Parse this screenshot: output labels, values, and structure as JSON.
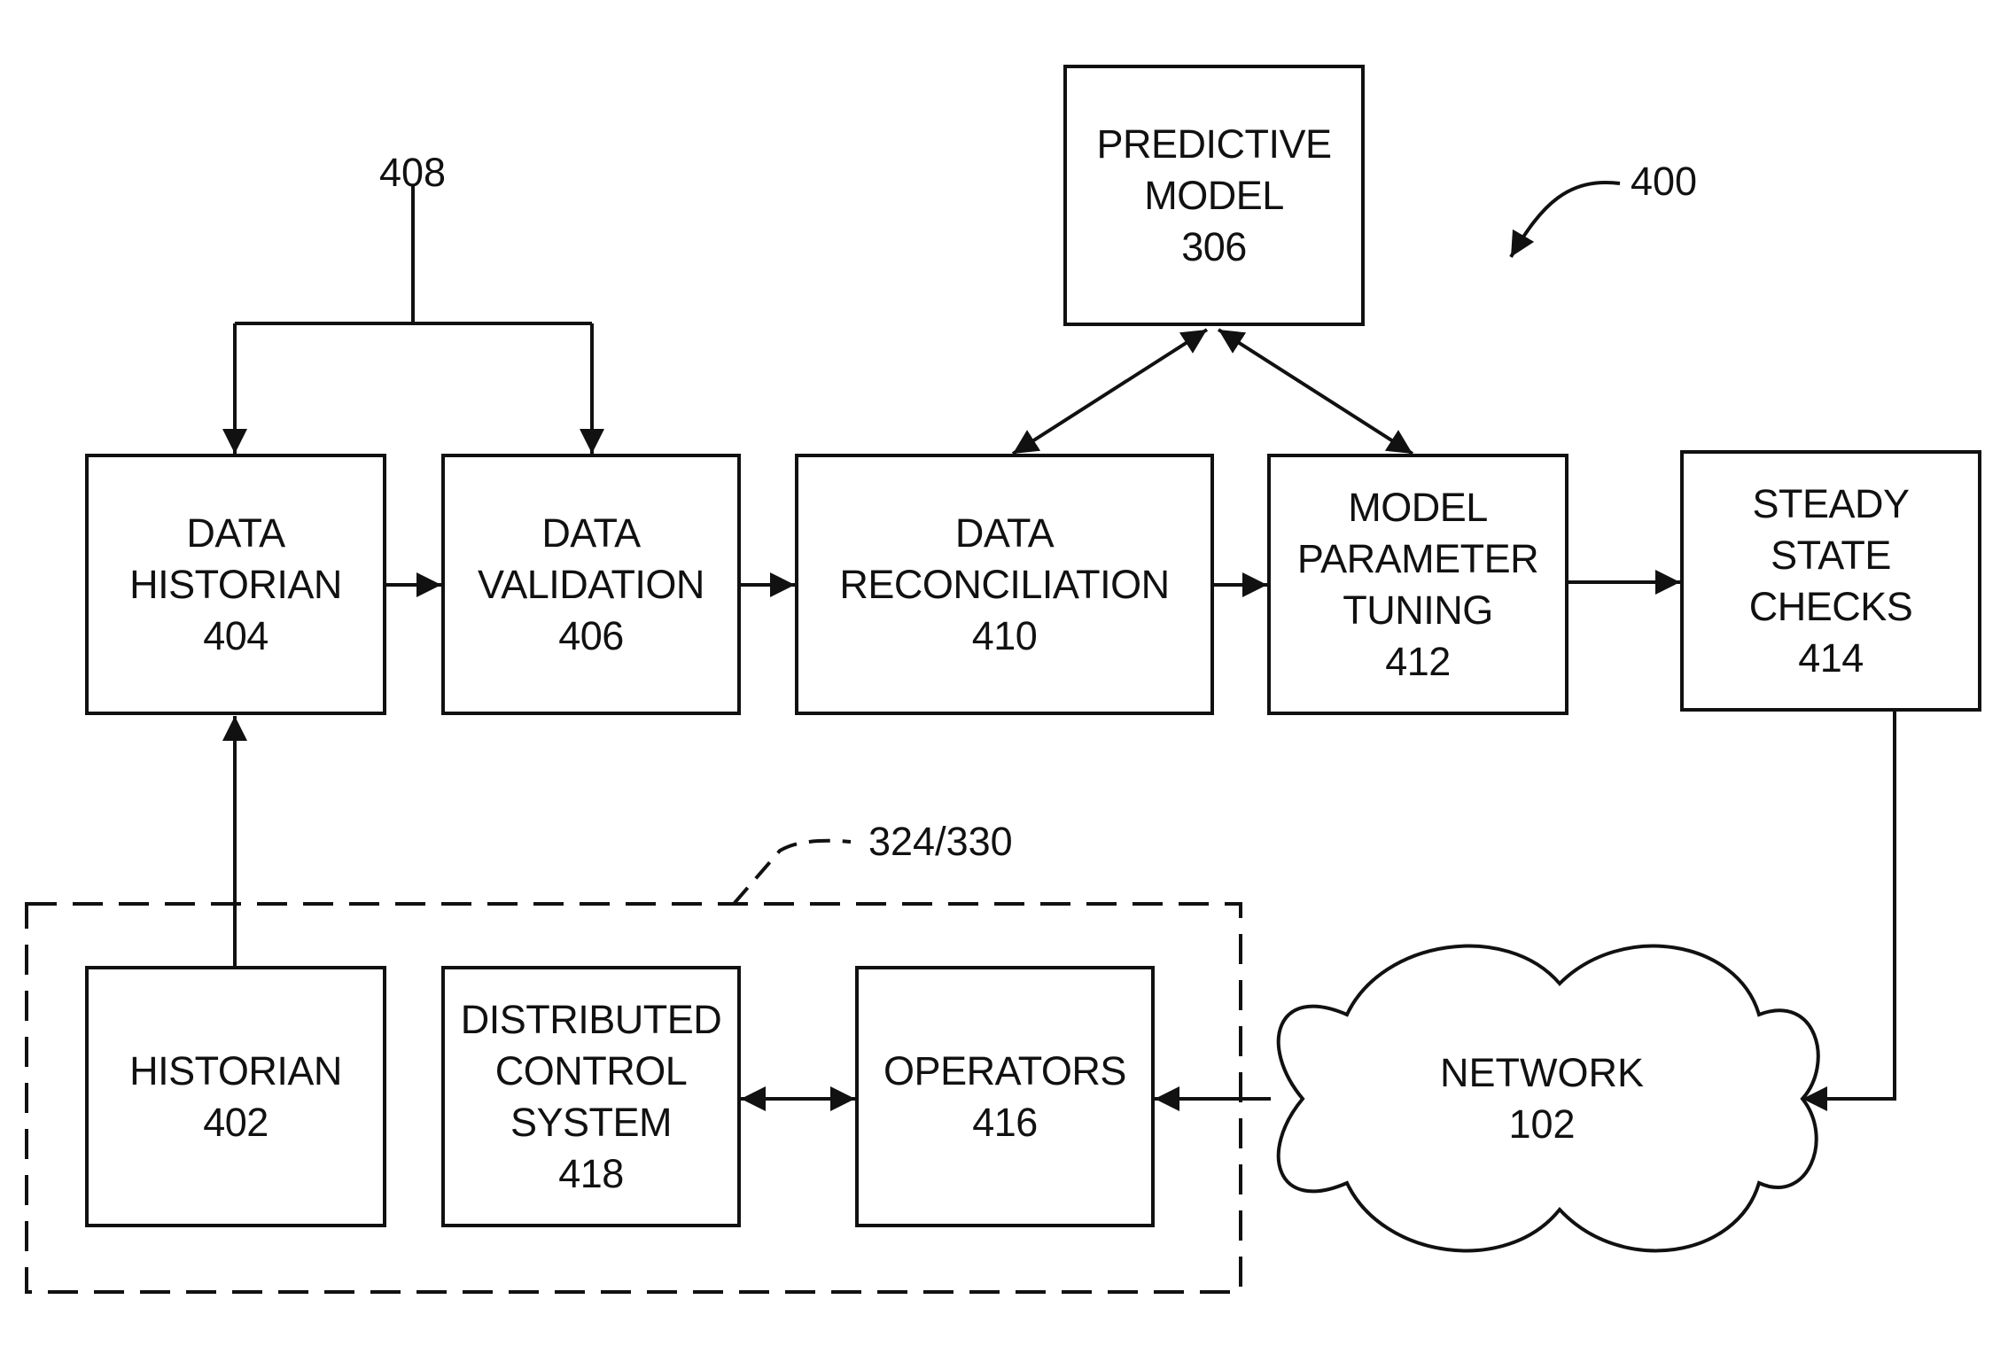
{
  "blocks": {
    "data_historian": {
      "line1": "DATA",
      "line2": "HISTORIAN",
      "number": "404"
    },
    "data_validation": {
      "line1": "DATA",
      "line2": "VALIDATION",
      "number": "406"
    },
    "data_reconciliation": {
      "line1": "DATA",
      "line2": "RECONCILIATION",
      "number": "410"
    },
    "model_parameter_tuning": {
      "line1": "MODEL",
      "line2": "PARAMETER",
      "line3": "TUNING",
      "number": "412"
    },
    "steady_state_checks": {
      "line1": "STEADY",
      "line2": "STATE",
      "line3": "CHECKS",
      "number": "414"
    },
    "predictive_model": {
      "line1": "PREDICTIVE",
      "line2": "MODEL",
      "number": "306"
    },
    "historian": {
      "line1": "HISTORIAN",
      "number": "402"
    },
    "distributed_control_system": {
      "line1": "DISTRIBUTED",
      "line2": "CONTROL",
      "line3": "SYSTEM",
      "number": "418"
    },
    "operators": {
      "line1": "OPERATORS",
      "number": "416"
    },
    "network": {
      "line1": "NETWORK",
      "number": "102"
    }
  },
  "reference_labels": {
    "figure": "400",
    "bracket": "408",
    "dashed_group": "324/330"
  },
  "colors": {
    "line": "#111111",
    "background": "#ffffff"
  }
}
